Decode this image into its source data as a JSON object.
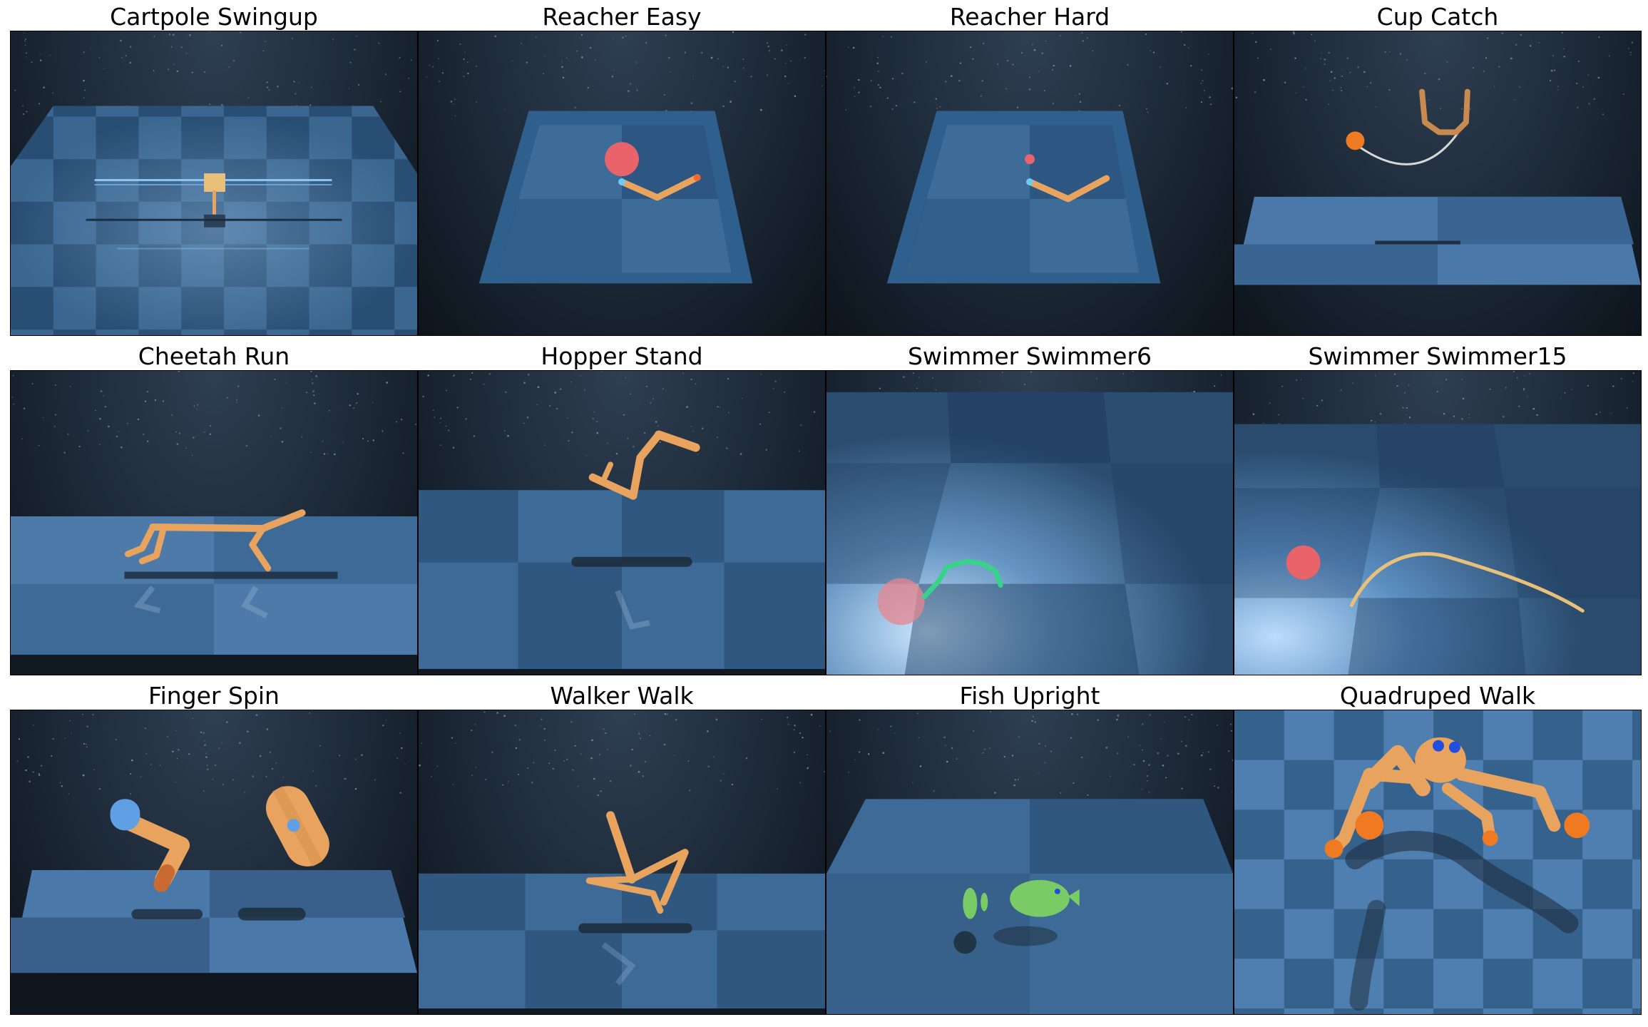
{
  "figure": {
    "panels": [
      {
        "title": "Cartpole Swingup",
        "scene": "cartpole-swingup"
      },
      {
        "title": "Reacher Easy",
        "scene": "reacher-easy"
      },
      {
        "title": "Reacher Hard",
        "scene": "reacher-hard"
      },
      {
        "title": "Cup Catch",
        "scene": "cup-catch"
      },
      {
        "title": "Cheetah Run",
        "scene": "cheetah-run"
      },
      {
        "title": "Hopper Stand",
        "scene": "hopper-stand"
      },
      {
        "title": "Swimmer Swimmer6",
        "scene": "swimmer-swimmer6"
      },
      {
        "title": "Swimmer Swimmer15",
        "scene": "swimmer-swimmer15"
      },
      {
        "title": "Finger Spin",
        "scene": "finger-spin"
      },
      {
        "title": "Walker Walk",
        "scene": "walker-walk"
      },
      {
        "title": "Fish Upright",
        "scene": "fish-upright"
      },
      {
        "title": "Quadruped Walk",
        "scene": "quadruped-walk"
      }
    ],
    "colors": {
      "robot": "#e8a35e",
      "robot_dark": "#c87a37",
      "floor_light": "#5b86b4",
      "floor_dark": "#2f5378",
      "sky": "#1c2836",
      "target": "#e8646a",
      "swimmer6_body": "#39d28a",
      "fish": "#79cc65",
      "finger_tip": "#5f9fe3",
      "quadruped_eye": "#1f4fe0"
    }
  }
}
